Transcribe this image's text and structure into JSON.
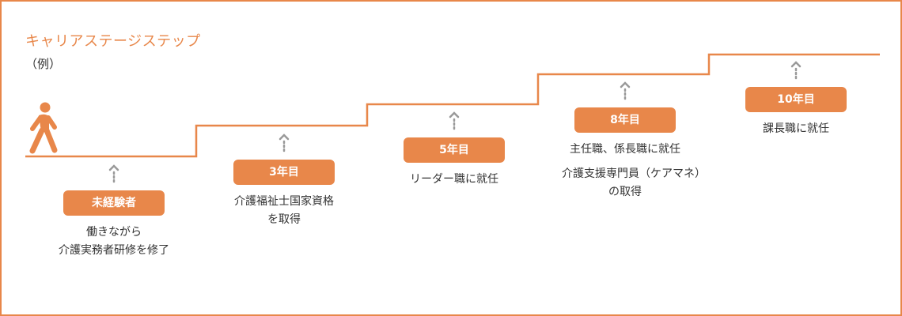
{
  "header": {
    "title": "キャリアステージステップ",
    "subtitle": "（例）"
  },
  "colors": {
    "accent": "#e8874a",
    "text": "#333333",
    "arrow": "#999999"
  },
  "icons": {
    "walker": "walking-person-icon",
    "arrow": "dotted-up-arrow-icon"
  },
  "steps": [
    {
      "label": "未経験者",
      "desc": [
        "働きながら",
        "介護実務者研修を修了"
      ]
    },
    {
      "label": "3年目",
      "desc": [
        "介護福祉士国家資格",
        "を取得"
      ]
    },
    {
      "label": "5年目",
      "desc": [
        "リーダー職に就任"
      ]
    },
    {
      "label": "8年目",
      "desc": [
        "主任職、係長職に就任"
      ],
      "desc2": [
        "介護支援専門員（ケアマネ）",
        "の取得"
      ]
    },
    {
      "label": "10年目",
      "desc": [
        "課長職に就任"
      ]
    }
  ]
}
